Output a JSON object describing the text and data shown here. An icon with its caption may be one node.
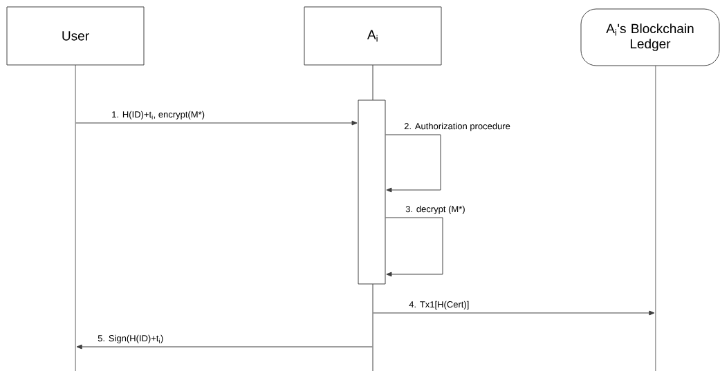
{
  "diagram": {
    "nodes": [
      {
        "text": [
          "User"
        ]
      },
      {
        "text": [
          "A$_{i}$"
        ]
      },
      {
        "text": [
          "A$_{i}$'s Blockchain Ledger"
        ]
      },
      {
        "text": [],
        "shape": "line"
      },
      {
        "text": [],
        "shape": "line"
      },
      {
        "text": [],
        "shape": "line"
      },
      {
        "text": [],
        "shape": "bar"
      }
    ],
    "edges": [
      {
        "from": 3,
        "to": 6,
        "arrow": "to",
        "label": "1. H(ID)+t$_{i}$, encrypt(M*)"
      },
      {
        "from": 6,
        "to": 6,
        "arrow": "to",
        "label": "2. Authorization procedure"
      },
      {
        "from": 6,
        "to": 6,
        "arrow": "to",
        "label": "3. decrypt (M*)"
      },
      {
        "from": 4,
        "to": 5,
        "arrow": "to",
        "label": "4. Tx1[H(Cert)]"
      },
      {
        "from": 4,
        "to": 3,
        "arrow": "to",
        "label": "5. Sign(H(ID)+t$_{i}$)"
      }
    ]
  }
}
